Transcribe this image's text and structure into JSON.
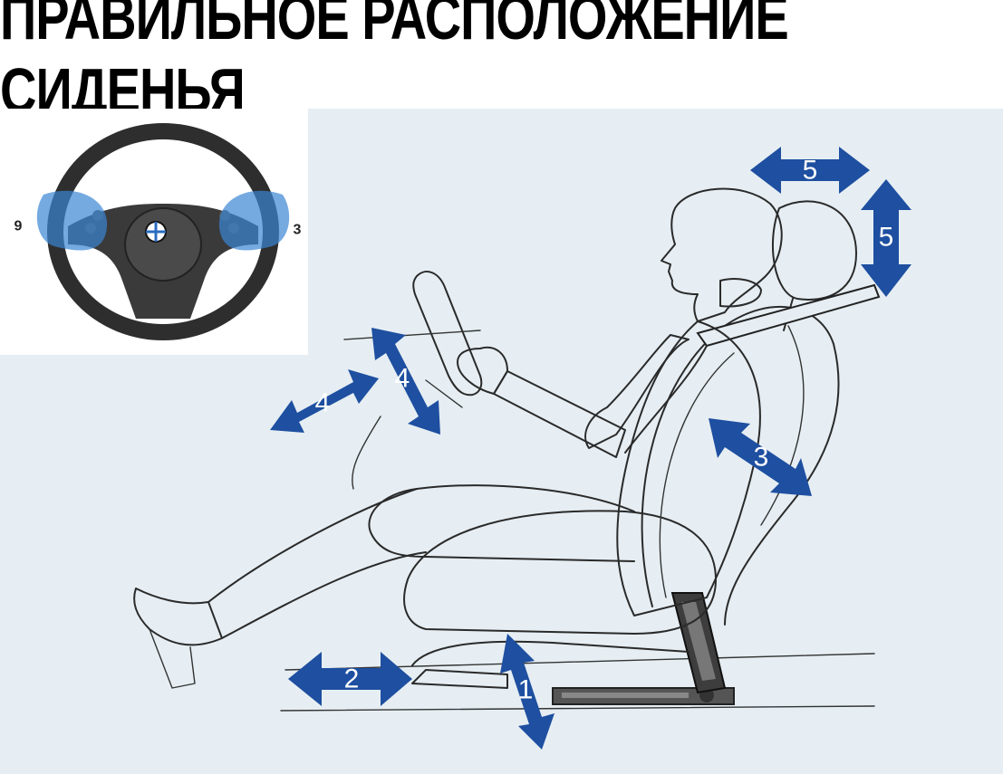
{
  "title": "ПРАВИЛЬНОЕ РАСПОЛОЖЕНИЕ СИДЕНЬЯ",
  "colors": {
    "background": "#e6eef3",
    "arrow": "#1e4fa0",
    "hand_zone": "#3a86d4",
    "title": "#000000"
  },
  "inset": {
    "left_hand_label": "9",
    "right_hand_label": "3"
  },
  "arrows": {
    "seat_height": "1",
    "seat_slide": "2",
    "backrest": "3",
    "wheel_depth": "4",
    "wheel_tilt": "4",
    "headrest_fore_aft": "5",
    "headrest_height": "5"
  }
}
